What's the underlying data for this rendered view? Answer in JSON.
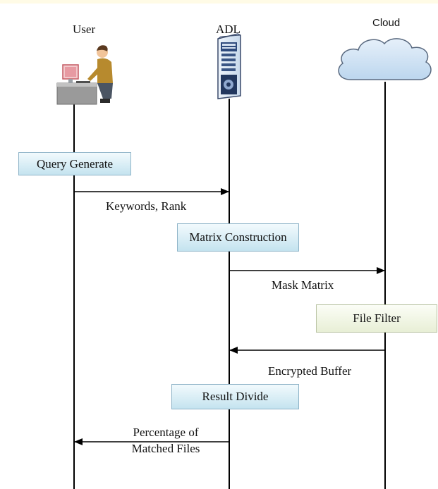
{
  "actors": {
    "user": {
      "label": "User",
      "icon": "person-at-computer-icon"
    },
    "adl": {
      "label": "ADL",
      "icon": "server-tower-icon"
    },
    "cloud": {
      "label": "Cloud",
      "icon": "cloud-icon"
    }
  },
  "process_boxes": {
    "query_generate": "Query Generate",
    "matrix_construction": "Matrix Construction",
    "file_filter": "File Filter",
    "result_divide": "Result Divide"
  },
  "messages": {
    "keywords_rank": "Keywords, Rank",
    "mask_matrix": "Mask Matrix",
    "encrypted_buffer": "Encrypted Buffer",
    "percentage_line1": "Percentage of",
    "percentage_line2": "Matched Files"
  },
  "colors": {
    "process_box_blue": "#c4e3ef",
    "process_box_cream": "#e8efd6",
    "cloud_fill": "#cfe2f3",
    "line": "#000000"
  }
}
